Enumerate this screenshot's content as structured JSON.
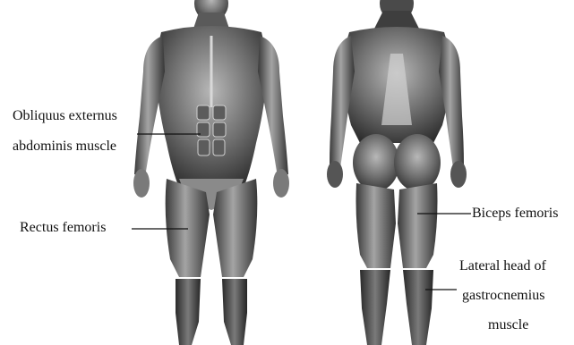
{
  "labels": {
    "obliquus_line1": "Obliquus externus",
    "obliquus_line2": "abdominis muscle",
    "rectus": "Rectus femoris",
    "biceps": "Biceps femoris",
    "gastro_line1": "Lateral head of",
    "gastro_line2": "gastrocnemius",
    "gastro_line3": "muscle"
  }
}
